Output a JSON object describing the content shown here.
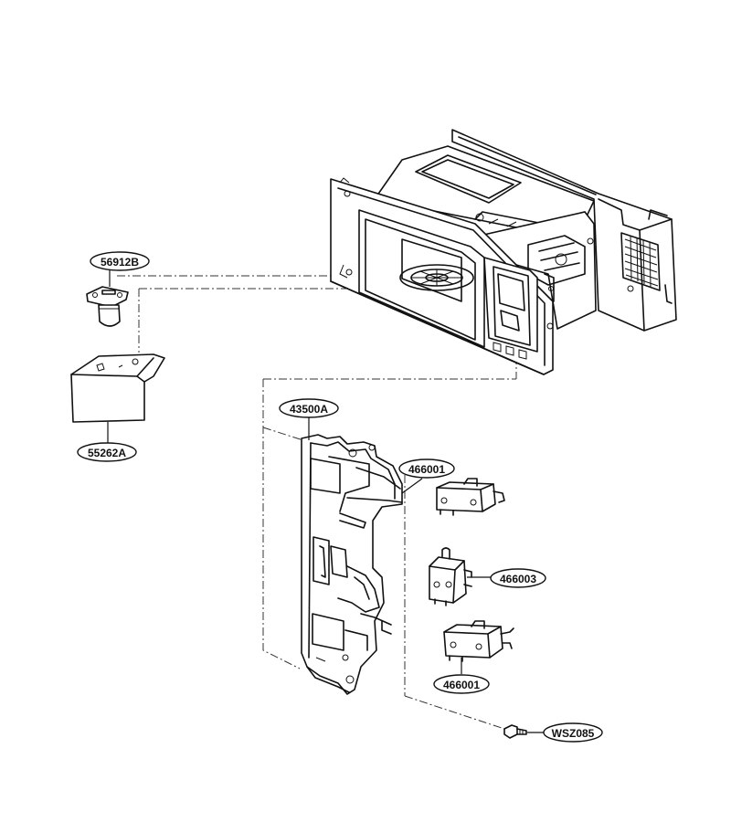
{
  "labels": {
    "part_56912B": "56912B",
    "part_55262A": "55262A",
    "part_43500A": "43500A",
    "part_466001_top": "466001",
    "part_466003": "466003",
    "part_466001_bottom": "466001",
    "part_WSZ085": "WSZ085"
  }
}
